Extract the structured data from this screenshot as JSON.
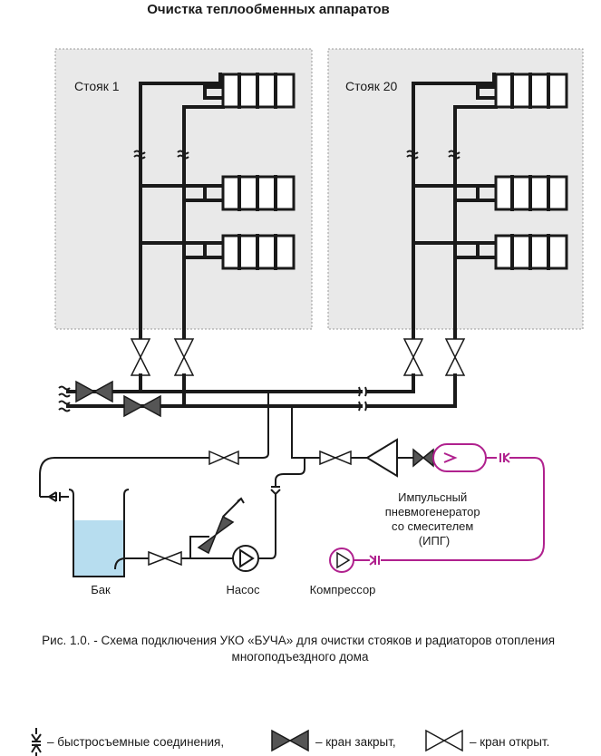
{
  "title": "Очистка теплообменных аппаратов",
  "risers": [
    {
      "label": "Стояк 1"
    },
    {
      "label": "Стояк 20"
    }
  ],
  "labels": {
    "ipg": [
      "Импульсный",
      "пневмогенератор",
      "со смесителем",
      "(ИПГ)"
    ],
    "tank": "Бак",
    "pump": "Насос",
    "compressor": "Компрессор"
  },
  "caption": [
    "Рис. 1.0. - Схема подключения УКО «БУЧА» для очистки стояков и радиаторов отопления",
    "многоподъездного дома"
  ],
  "legend": {
    "quick_connect": "– быстросъемные соединения,",
    "valve_closed": "– кран закрыт,",
    "valve_open": "– кран открыт."
  },
  "colors": {
    "line": "#1a1a1a",
    "valve_closed": "#555555",
    "air_line": "#b0218e",
    "water": "#b7ddef",
    "room_fill": "#e9e9e9"
  }
}
